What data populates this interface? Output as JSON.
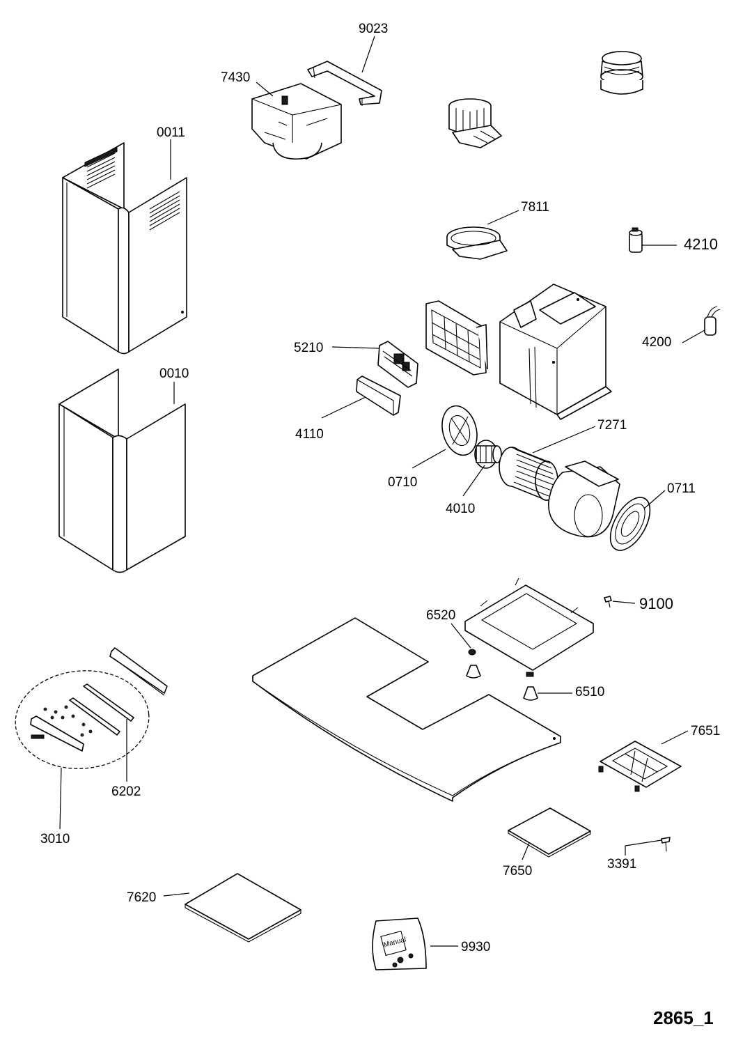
{
  "drawing_ref": "2865_1",
  "parts": {
    "p9023": "9023",
    "p7430": "7430",
    "p0011": "0011",
    "p7811": "7811",
    "p4210": "4210",
    "p5210": "5210",
    "p4200": "4200",
    "p0010": "0010",
    "p4110": "4110",
    "p7271": "7271",
    "p0710": "0710",
    "p4010": "4010",
    "p0711": "0711",
    "p9100": "9100",
    "p6520": "6520",
    "p6510": "6510",
    "p7651": "7651",
    "p6202": "6202",
    "p3010": "3010",
    "p7650": "7650",
    "p3391": "3391",
    "p7620": "7620",
    "p9930": "9930"
  },
  "bag_text": "Manual"
}
